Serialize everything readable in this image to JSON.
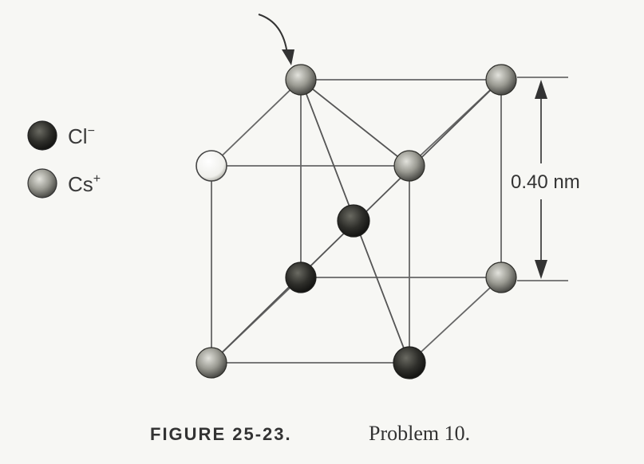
{
  "legend": {
    "chloride": {
      "label": "Cl",
      "charge": "−"
    },
    "cesium": {
      "label": "Cs",
      "charge": "+"
    }
  },
  "dimension": {
    "label": "0.40 nm"
  },
  "caption": {
    "figure": "FIGURE 25-23.",
    "text": "Problem 10."
  },
  "colors": {
    "chloride": "#2e2e2a",
    "cesium": "#9a9a92",
    "hollow": "#ffffff",
    "edge": "#666666"
  }
}
